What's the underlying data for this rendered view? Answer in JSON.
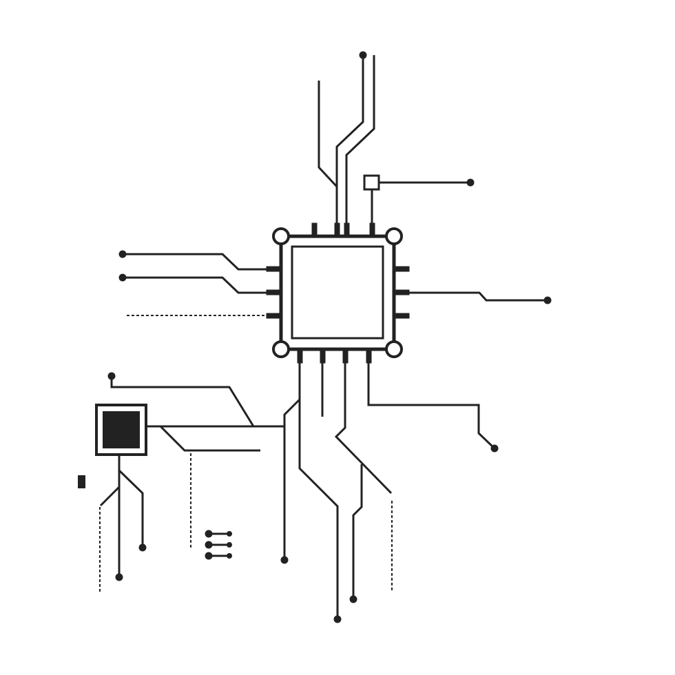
{
  "diagram": {
    "kind": "circuit-board-illustration",
    "labels": [],
    "colors": {
      "background": "#ffffff",
      "ink": "#222222",
      "chip_fill": "#ffffff",
      "small_chip_core": "#222222"
    },
    "elements": {
      "main_chip": "microchip-icon",
      "side_chip": "small-chip-icon",
      "component": "small-block-component",
      "small_pad": "square-pad",
      "connectors": "three-pin-connector"
    }
  }
}
